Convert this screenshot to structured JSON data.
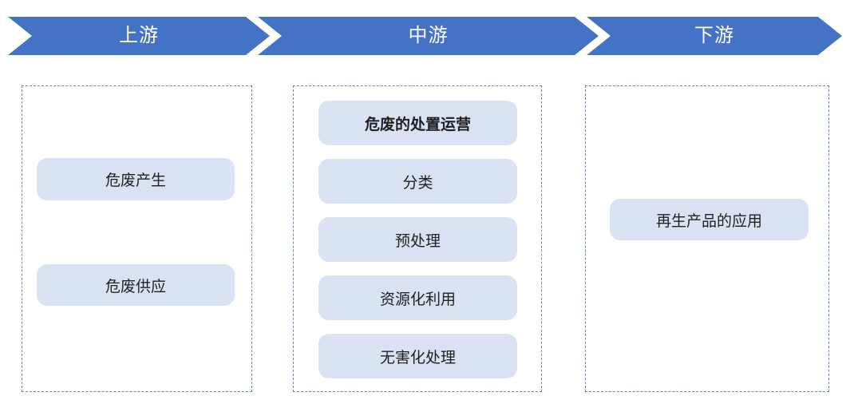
{
  "diagram_title": "",
  "colors": {
    "chevron_fill": "#4472C4",
    "box_fill": "#DAE3F3",
    "panel_border": "#5E8AB4",
    "stage_text": "#FFFFFF",
    "box_text": "#1F1F1F",
    "page_bg": "#FFFFFF"
  },
  "stages": [
    {
      "label": "上游"
    },
    {
      "label": "中游"
    },
    {
      "label": "下游"
    }
  ],
  "columns": [
    {
      "stage": "上游",
      "items": [
        {
          "label": "危废产生",
          "bold": false
        },
        {
          "label": "危废供应",
          "bold": false
        }
      ]
    },
    {
      "stage": "中游",
      "items": [
        {
          "label": "危废的处置运营",
          "bold": true
        },
        {
          "label": "分类",
          "bold": false
        },
        {
          "label": "预处理",
          "bold": false
        },
        {
          "label": "资源化利用",
          "bold": false
        },
        {
          "label": "无害化处理",
          "bold": false
        }
      ]
    },
    {
      "stage": "下游",
      "items": [
        {
          "label": "再生产品的应用",
          "bold": false
        }
      ]
    }
  ]
}
